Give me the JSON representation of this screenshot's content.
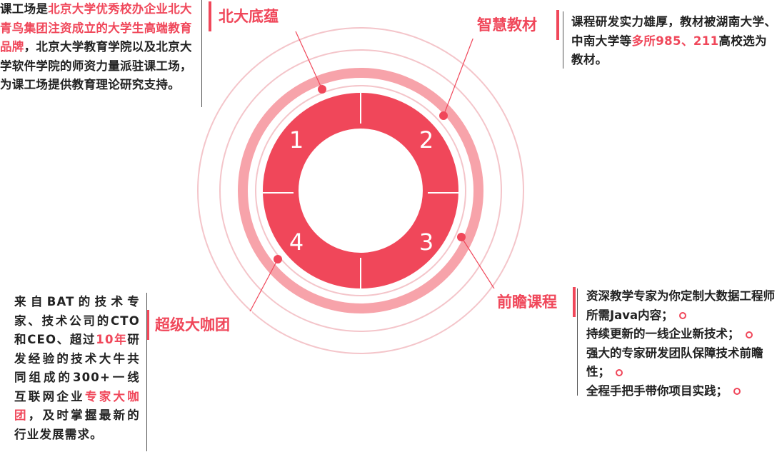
{
  "segments": [
    "1",
    "2",
    "3",
    "4"
  ],
  "colors": {
    "accent": "#f0475a",
    "ring_pink": "#f7a3aa",
    "ring_outer": "#f4c5ca",
    "segment_fill": "#f0475a",
    "text": "#222222"
  },
  "tags": {
    "beida": "北大底蕴",
    "zhihui": "智慧教材",
    "qianzhan": "前瞻课程",
    "chaoji": "超级大咖团"
  },
  "beida_text": {
    "p1": "课工场是",
    "h1": "北京大学优秀校办企业",
    "h2": "北大青鸟集团注资成立的大学生高端教育品牌",
    "p2": "，北京大学教育学院以及北京大学软件学院的师资力量派驻课工场，为课工场提供教育理论研究支持。"
  },
  "zhihui_text": {
    "p1": "课程研发实力雄厚，教材被湖南大学、中南大学等",
    "h1": "多所985、211",
    "p2": "高校选为教材。"
  },
  "qianzhan_text": {
    "item1": "资深教学专家为你定制大数据工程师所需Java内容；",
    "item2": "持续更新的一线企业新技术；",
    "item3": "强大的专家研发团队保障技术前瞻性；",
    "item4": "全程手把手带你项目实践；"
  },
  "chaoji_text": {
    "p1": "来自BAT的技术专家、技术公司的CTO和CEO、超过",
    "h1": "10年",
    "p2": "研发经验的技术大牛共同组成的300+一线互联网企业",
    "h2": "专家大咖团",
    "p3": "，及时掌握最新的行业发展需求。"
  }
}
